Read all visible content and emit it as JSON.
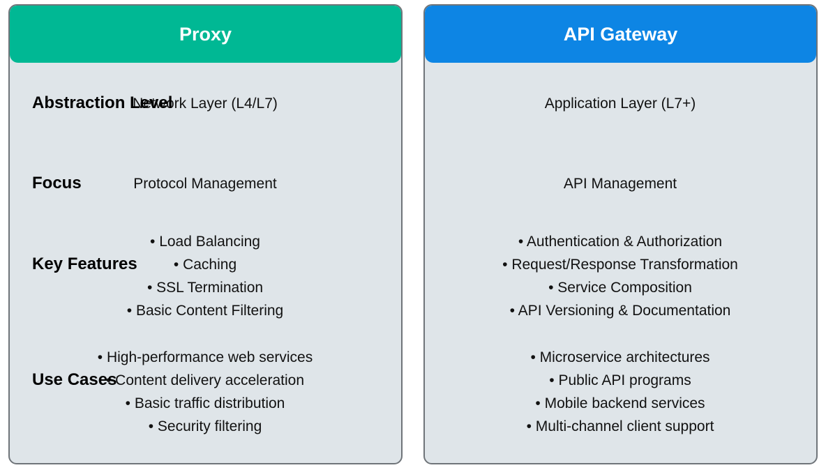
{
  "colors": {
    "proxy_header": "#00b894",
    "gateway_header": "#0d85e4",
    "card_background": "#dfe5e9",
    "card_border": "#6f7479"
  },
  "proxy": {
    "title": "Proxy",
    "abstraction_level": "Network Layer (L4/L7)",
    "focus": "Protocol Management",
    "key_features": [
      "• Load Balancing",
      "• Caching",
      "• SSL Termination",
      "• Basic Content Filtering"
    ],
    "use_cases": [
      "• High-performance web services",
      "• Content delivery acceleration",
      "• Basic traffic distribution",
      "• Security filtering"
    ]
  },
  "api_gateway": {
    "title": "API Gateway",
    "abstraction_level": "Application Layer (L7+)",
    "focus": "API Management",
    "key_features": [
      "• Authentication & Authorization",
      "• Request/Response Transformation",
      "• Service Composition",
      "• API Versioning & Documentation"
    ],
    "use_cases": [
      "• Microservice architectures",
      "• Public API programs",
      "• Mobile backend services",
      "• Multi-channel client support"
    ]
  },
  "row_labels": {
    "abstraction_level": "Abstraction Level",
    "focus": "Focus",
    "key_features": "Key Features",
    "use_cases": "Use Cases"
  }
}
